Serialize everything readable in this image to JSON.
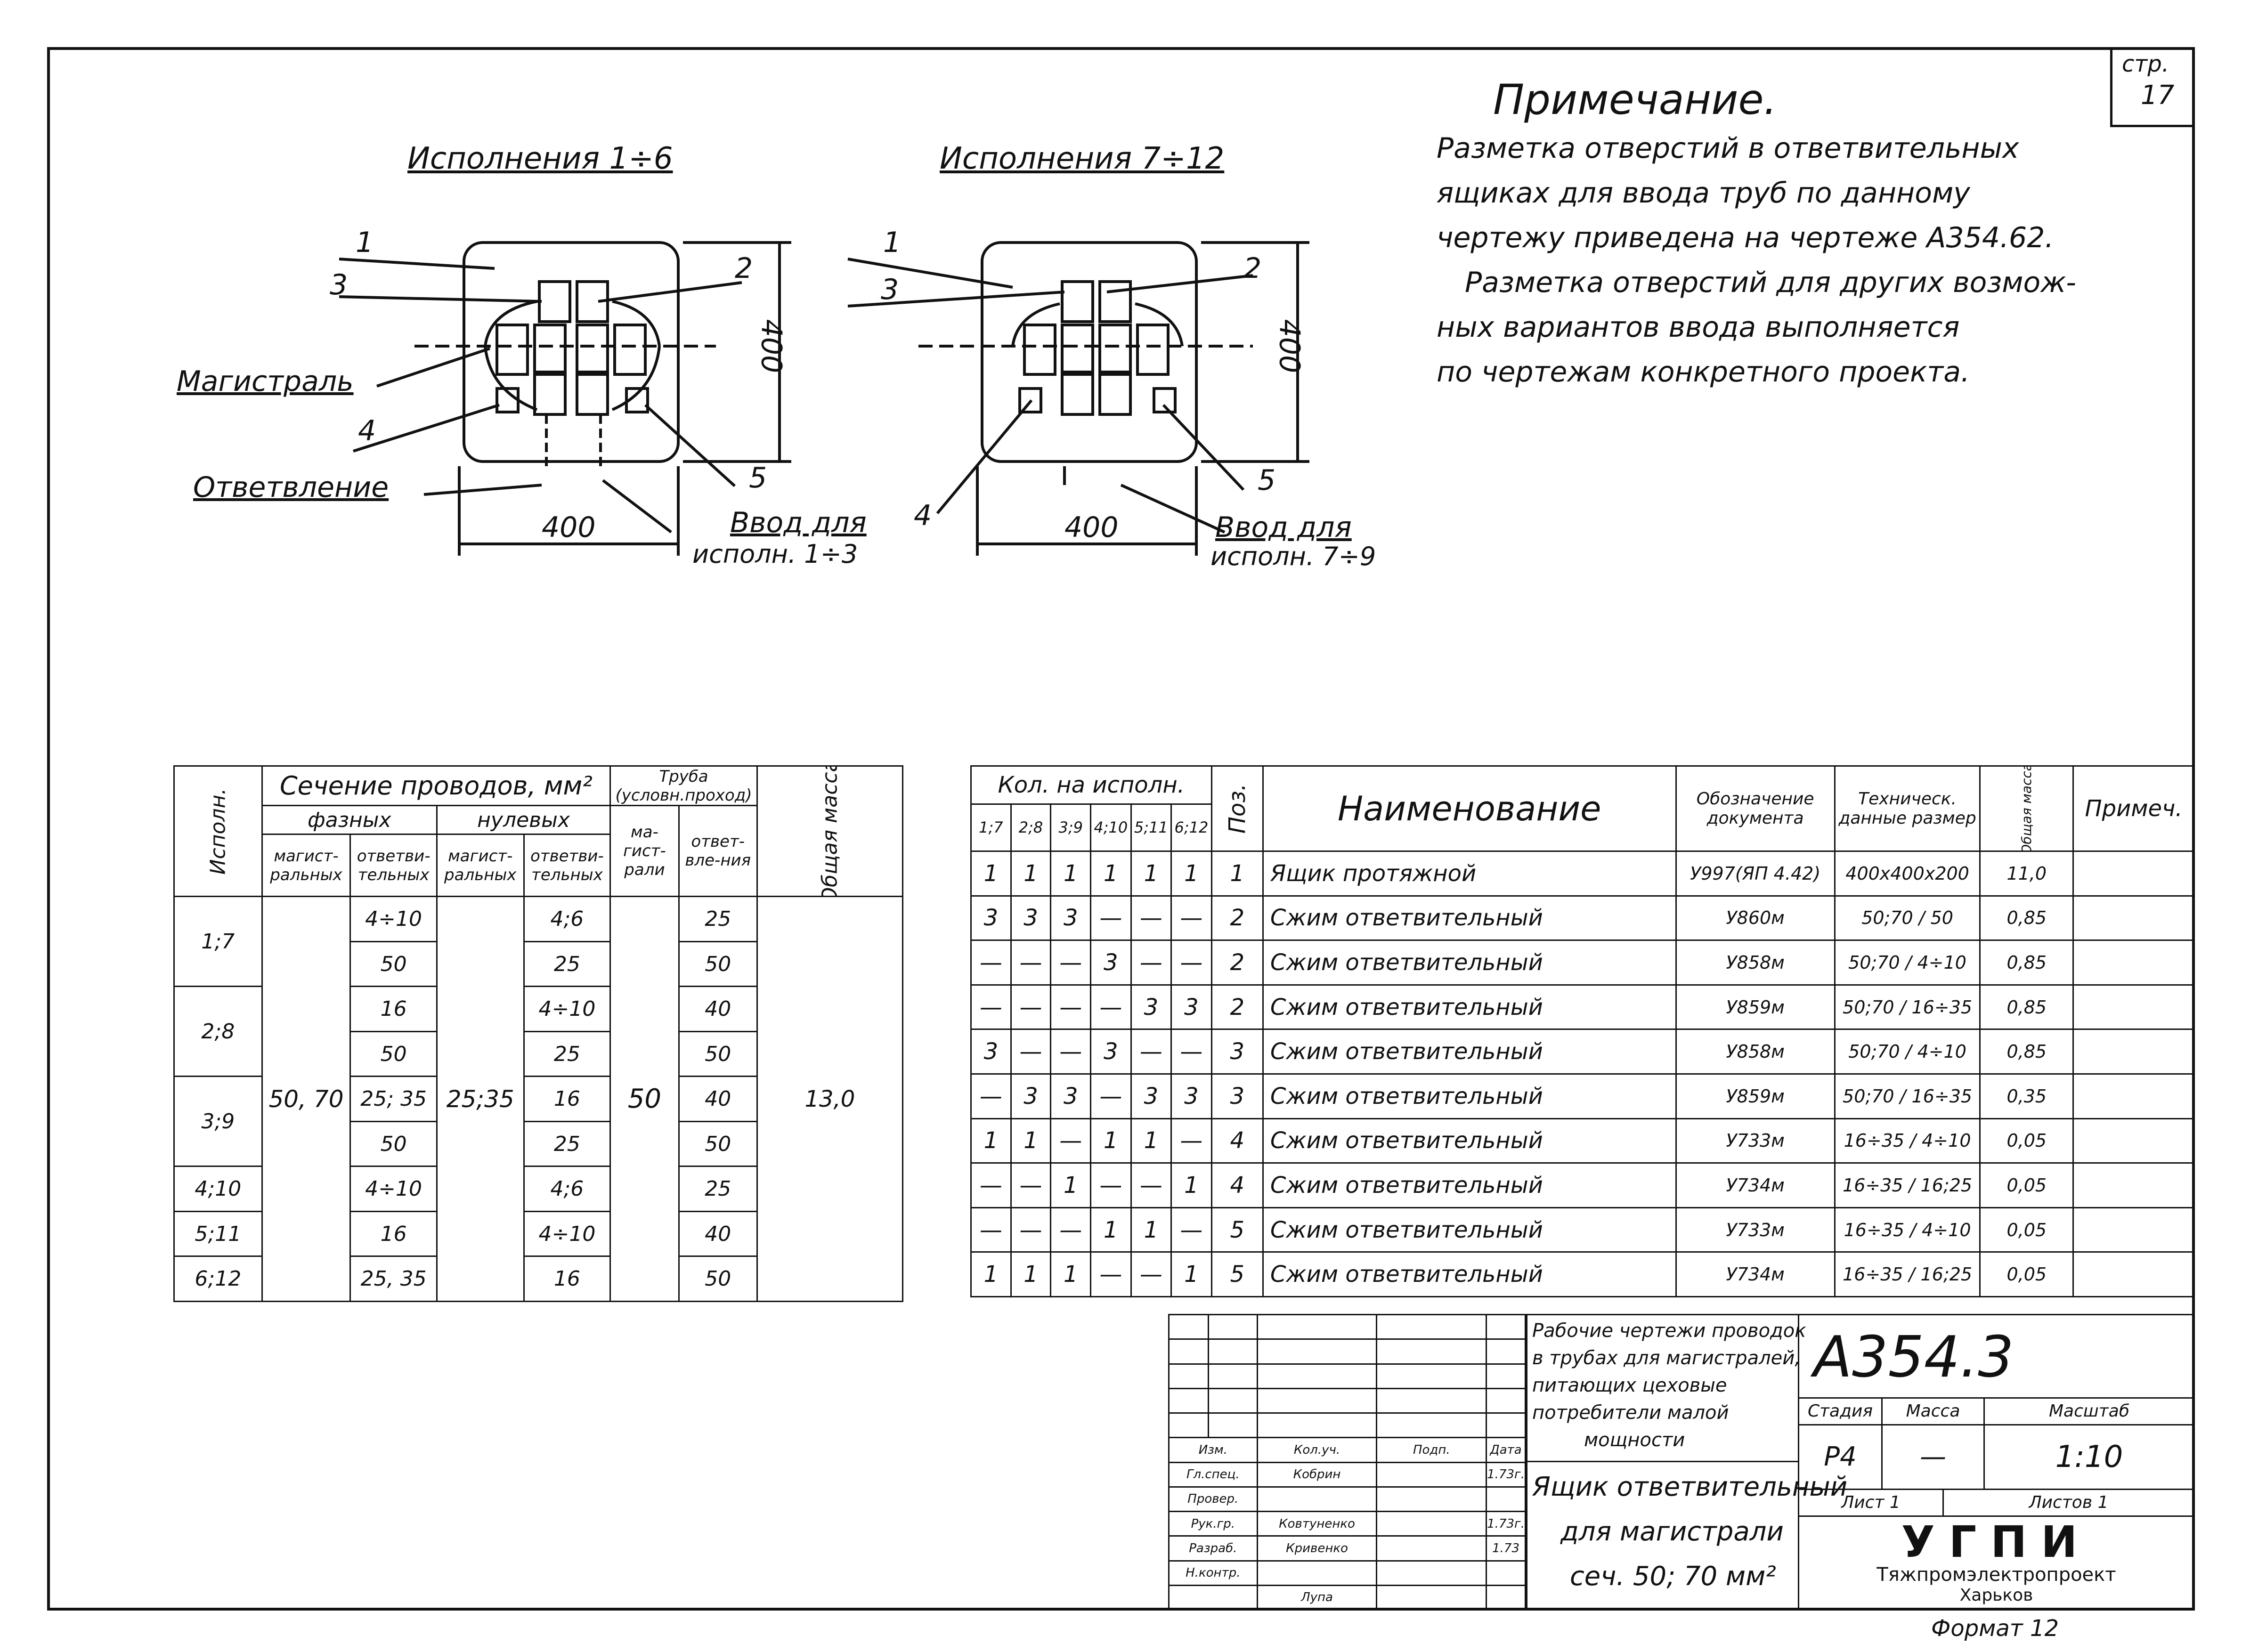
{
  "page": {
    "sheet_label": "стр.",
    "sheet_number": "17",
    "format": "Формат 12"
  },
  "note": {
    "title": "Примечание.",
    "lines": [
      "Разметка отверстий в ответвительных",
      "ящиках для ввода труб по данному",
      "чертежу приведена на чертеже А354.62.",
      "Разметка отверстий для других возмож-",
      "ных вариантов ввода выполняется",
      "по чертежам конкретного проекта."
    ]
  },
  "drawing1": {
    "title": "Исполнения 1÷6",
    "labels": [
      "1",
      "3",
      "2",
      "Магистраль",
      "4",
      "5",
      "Ответвление"
    ],
    "dim_height": "400",
    "dim_width": "400",
    "input_label": "Ввод для",
    "input_sub": "исполн. 1÷3"
  },
  "drawing2": {
    "title": "Исполнения 7÷12",
    "labels": [
      "1",
      "3",
      "2",
      "4",
      "5"
    ],
    "dim_height": "400",
    "dim_width": "400",
    "input_label": "Ввод для",
    "input_sub": "исполн. 7÷9"
  },
  "left_table": {
    "header": {
      "ispoln": "Исполн.",
      "section": "Сечение проводов, мм²",
      "phase": "фазных",
      "zero": "нулевых",
      "main1": "магист-ральных",
      "branch1": "ответви-тельных",
      "main2": "магист-ральных",
      "branch2": "ответви-тельных",
      "pipe": "Труба (условн.проход)",
      "pipe_main": "ма-гист-рали",
      "pipe_branch": "ответ-вле-ния",
      "mass": "Общая масса"
    },
    "merged": {
      "phase_main": "50, 70",
      "zero_main": "25;35",
      "pipe_main": "50",
      "mass": "13,0"
    },
    "rows": [
      {
        "isp": "1;7",
        "b1": "4÷10",
        "b2": "4;6",
        "pb": "25"
      },
      {
        "isp": "",
        "b1": "50",
        "b2": "25",
        "pb": "50"
      },
      {
        "isp": "2;8",
        "b1": "16",
        "b2": "4÷10",
        "pb": "40"
      },
      {
        "isp": "",
        "b1": "50",
        "b2": "25",
        "pb": "50"
      },
      {
        "isp": "3;9",
        "b1": "25; 35",
        "b2": "16",
        "pb": "40"
      },
      {
        "isp": "",
        "b1": "50",
        "b2": "25",
        "pb": "50"
      },
      {
        "isp": "4;10",
        "b1": "4÷10",
        "b2": "4;6",
        "pb": "25"
      },
      {
        "isp": "5;11",
        "b1": "16",
        "b2": "4÷10",
        "pb": "40"
      },
      {
        "isp": "6;12",
        "b1": "25, 35",
        "b2": "16",
        "pb": "50"
      }
    ]
  },
  "spec_table": {
    "header": {
      "qty": "Кол. на исполн.",
      "cols": [
        "1;7",
        "2;8",
        "3;9",
        "4;10",
        "5;11",
        "6;12"
      ],
      "pos": "Поз.",
      "name": "Наименование",
      "designation": "Обозначение документа",
      "tech": "Техническ. данные размер",
      "mass": "Общая масса",
      "note": "Примеч."
    },
    "rows": [
      {
        "q": [
          "1",
          "1",
          "1",
          "1",
          "1",
          "1"
        ],
        "pos": "1",
        "name": "Ящик протяжной",
        "doc": "У997(ЯП 4.42)",
        "tech": "400х400х200",
        "mass": "11,0"
      },
      {
        "q": [
          "3",
          "3",
          "3",
          "—",
          "—",
          "—"
        ],
        "pos": "2",
        "name": "Сжим ответвительный",
        "doc": "У860м",
        "tech": "50;70 / 50",
        "mass": "0,85"
      },
      {
        "q": [
          "—",
          "—",
          "—",
          "3",
          "—",
          "—"
        ],
        "pos": "2",
        "name": "Сжим ответвительный",
        "doc": "У858м",
        "tech": "50;70 / 4÷10",
        "mass": "0,85"
      },
      {
        "q": [
          "—",
          "—",
          "—",
          "—",
          "3",
          "3"
        ],
        "pos": "2",
        "name": "Сжим ответвительный",
        "doc": "У859м",
        "tech": "50;70 / 16÷35",
        "mass": "0,85"
      },
      {
        "q": [
          "3",
          "—",
          "—",
          "3",
          "—",
          "—"
        ],
        "pos": "3",
        "name": "Сжим ответвительный",
        "doc": "У858м",
        "tech": "50;70 / 4÷10",
        "mass": "0,85"
      },
      {
        "q": [
          "—",
          "3",
          "3",
          "—",
          "3",
          "3"
        ],
        "pos": "3",
        "name": "Сжим ответвительный",
        "doc": "У859м",
        "tech": "50;70 / 16÷35",
        "mass": "0,35"
      },
      {
        "q": [
          "1",
          "1",
          "—",
          "1",
          "1",
          "—"
        ],
        "pos": "4",
        "name": "Сжим ответвительный",
        "doc": "У733м",
        "tech": "16÷35 / 4÷10",
        "mass": "0,05"
      },
      {
        "q": [
          "—",
          "—",
          "1",
          "—",
          "—",
          "1"
        ],
        "pos": "4",
        "name": "Сжим ответвительный",
        "doc": "У734м",
        "tech": "16÷35 / 16;25",
        "mass": "0,05"
      },
      {
        "q": [
          "—",
          "—",
          "—",
          "1",
          "1",
          "—"
        ],
        "pos": "5",
        "name": "Сжим ответвительный",
        "doc": "У733м",
        "tech": "16÷35 / 4÷10",
        "mass": "0,05"
      },
      {
        "q": [
          "1",
          "1",
          "1",
          "—",
          "—",
          "1"
        ],
        "pos": "5",
        "name": "Сжим ответвительный",
        "doc": "У734м",
        "tech": "16÷35 / 16;25",
        "mass": "0,05"
      }
    ]
  },
  "title_block": {
    "code": "А354.3",
    "project_desc": [
      "Рабочие чертежи проводок",
      "в трубах для магистралей,",
      "питающих цеховые",
      "потребители малой",
      "мощности"
    ],
    "sheet_title": [
      "Ящик ответвительный",
      "для магистрали",
      "сеч. 50; 70 мм²"
    ],
    "stage_label": "Стадия",
    "mass_label": "Масса",
    "scale_label": "Масштаб",
    "stage": "Р4",
    "mass": "—",
    "scale": "1:10",
    "sheet_label": "Лист 1",
    "sheets_label": "Листов 1",
    "org_logo": "УГПИ",
    "org_name": "Тяжпромэлектропроект",
    "org_city": "Харьков",
    "staff": [
      {
        "role": "Изм.",
        "name": "Кол.уч.",
        "sign": "Подп.",
        "date": "Дата"
      },
      {
        "role": "Гл.спец.",
        "name": "Кобрин",
        "sign": "",
        "date": "1.73г."
      },
      {
        "role": "Провер.",
        "name": "",
        "sign": "",
        "date": ""
      },
      {
        "role": "Рук.гр.",
        "name": "Ковтуненко",
        "sign": "",
        "date": "1.73г."
      },
      {
        "role": "Разраб.",
        "name": "Кривенко",
        "sign": "",
        "date": "1.73"
      },
      {
        "role": "Н.контр.",
        "name": "",
        "sign": "",
        "date": ""
      },
      {
        "role": "",
        "name": "Лупа",
        "sign": "",
        "date": ""
      }
    ]
  }
}
